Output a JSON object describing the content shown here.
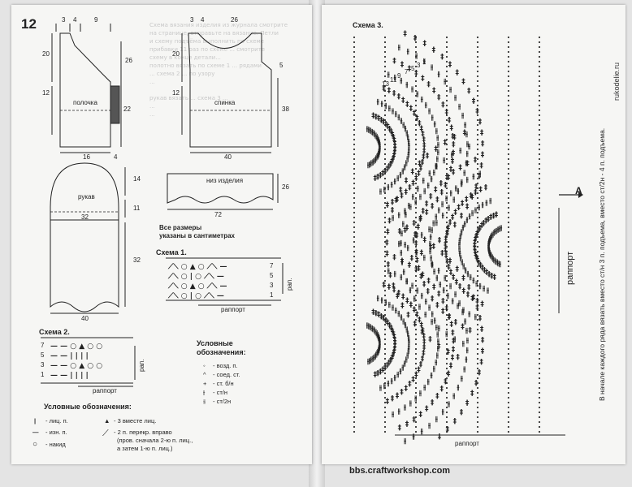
{
  "page": {
    "number": "12",
    "watermark": "bbs.craftworkshop.com",
    "url_vertical": "rukodelie.ru"
  },
  "pattern_front": {
    "label": "полочка",
    "dims": {
      "top_a": "3",
      "top_b": "4",
      "top_c": "9",
      "h1": "20",
      "h2": "26",
      "side": "12",
      "hem": "22",
      "bottom_a": "16",
      "bottom_b": "4"
    }
  },
  "pattern_back": {
    "label": "спинка",
    "dims": {
      "top_a": "3",
      "top_b": "4",
      "top_c": "26",
      "h1": "20",
      "h2": "5",
      "h3": "38",
      "side": "12",
      "bottom": "40"
    }
  },
  "pattern_sleeve": {
    "label": "рукав",
    "dims": {
      "h1": "14",
      "h2": "11",
      "width": "32",
      "length": "32",
      "bottom": "40"
    }
  },
  "pattern_hem": {
    "label": "низ изделия",
    "dims": {
      "h": "26",
      "w": "72"
    }
  },
  "note": {
    "line1": "Все размеры",
    "line2": "указаны в сантиметрах"
  },
  "scheme1": {
    "title": "Схема 1.",
    "rows": [
      "7",
      "5",
      "3",
      "1"
    ],
    "rap": "рап.",
    "repeat": "раппорт"
  },
  "scheme2": {
    "title": "Схема 2.",
    "rows": [
      "7",
      "5",
      "3",
      "1"
    ],
    "rap": "рап.",
    "repeat": "раппорт"
  },
  "legend1": {
    "title": "Условные обозначения:",
    "items": [
      {
        "sym": "|",
        "text": "- лиц. п."
      },
      {
        "sym": "—",
        "text": "- изн. п."
      },
      {
        "sym": "○",
        "text": "- накид"
      },
      {
        "sym": "▲",
        "text": "- 3 вместе лиц."
      },
      {
        "sym": "⟋",
        "text": "- 2 п. перекр. вправо"
      },
      {
        "sym": "",
        "text": "(пров. сначала 2-ю п. лиц.,"
      },
      {
        "sym": "",
        "text": "а затем 1-ю п. лиц.)"
      }
    ]
  },
  "legend2": {
    "title1": "Условные",
    "title2": "обозначения:",
    "items": [
      {
        "sym": "◦",
        "text": "- возд. п."
      },
      {
        "sym": "^",
        "text": "- соед. ст."
      },
      {
        "sym": "+",
        "text": "- ст. б/н"
      },
      {
        "sym": "⫲",
        "text": "- ст/н"
      },
      {
        "sym": "⫳",
        "text": "- ст/2н"
      }
    ]
  },
  "scheme3": {
    "title": "Схема 3.",
    "repeat_vertical": "раппорт",
    "repeat_bottom": "раппорт",
    "arrow_label": "A",
    "rows": [
      "13",
      "11",
      "9",
      "7",
      "5",
      "3",
      "1"
    ],
    "side_note": "В начале каждого ряда вязать вместо ст/н 3 п. подъема, вместо ст/2н - 4 п. подъема."
  },
  "ghost_text": {
    "left": "Схема вязания изделия из журнала смотрите\nна странице, отправьте на вязание. Петли\nи схему подъёма выполнить по схеме\nприбавки 11 раз по схеме ... смотрите\nсхему в конце детали...\nполотно вязать по схеме 1 ... рядами\n... схема 2 ... по узору\n...\n\nрукав вязать ... схема 3 ...\n...\n...",
    "right": "..."
  }
}
